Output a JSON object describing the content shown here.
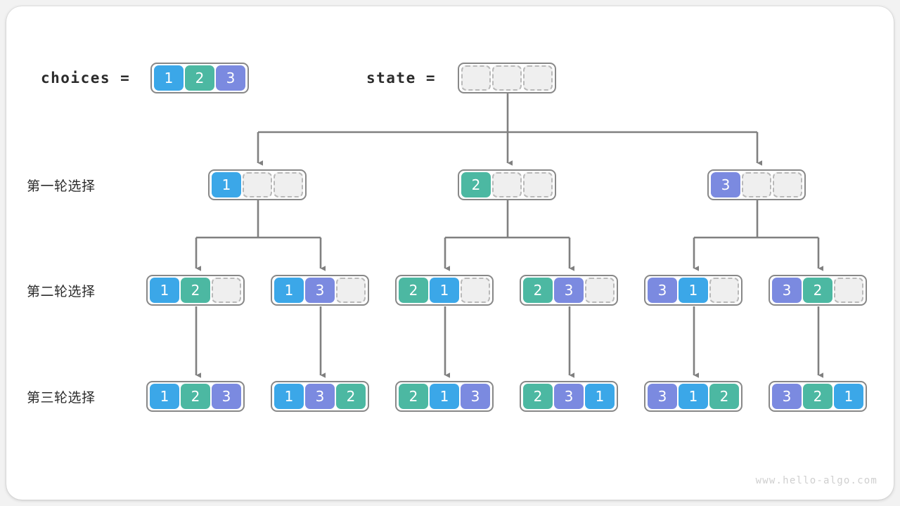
{
  "page": {
    "background_color": "#f2f2f2",
    "card_color": "#ffffff",
    "watermark": "www.hello-algo.com"
  },
  "colors": {
    "value_1": "#3ba7e8",
    "value_2": "#4cb8a2",
    "value_3": "#7b8ae0",
    "empty_cell": "#efefef",
    "box_border": "#888888",
    "arrow": "#808080",
    "text": "#2b2b2b"
  },
  "header": {
    "choices_label": "choices =",
    "choices_values": [
      "1",
      "2",
      "3"
    ],
    "state_label": "state =",
    "state_values": [
      "",
      "",
      ""
    ]
  },
  "rows": [
    {
      "label": "第一轮选择"
    },
    {
      "label": "第二轮选择"
    },
    {
      "label": "第三轮选择"
    }
  ],
  "level1": [
    {
      "cells": [
        "1",
        "",
        ""
      ]
    },
    {
      "cells": [
        "2",
        "",
        ""
      ]
    },
    {
      "cells": [
        "3",
        "",
        ""
      ]
    }
  ],
  "level2": [
    {
      "cells": [
        "1",
        "2",
        ""
      ]
    },
    {
      "cells": [
        "1",
        "3",
        ""
      ]
    },
    {
      "cells": [
        "2",
        "1",
        ""
      ]
    },
    {
      "cells": [
        "2",
        "3",
        ""
      ]
    },
    {
      "cells": [
        "3",
        "1",
        ""
      ]
    },
    {
      "cells": [
        "3",
        "2",
        ""
      ]
    }
  ],
  "level3": [
    {
      "cells": [
        "1",
        "2",
        "3"
      ]
    },
    {
      "cells": [
        "1",
        "3",
        "2"
      ]
    },
    {
      "cells": [
        "2",
        "1",
        "3"
      ]
    },
    {
      "cells": [
        "2",
        "3",
        "1"
      ]
    },
    {
      "cells": [
        "3",
        "1",
        "2"
      ]
    },
    {
      "cells": [
        "3",
        "2",
        "1"
      ]
    }
  ]
}
